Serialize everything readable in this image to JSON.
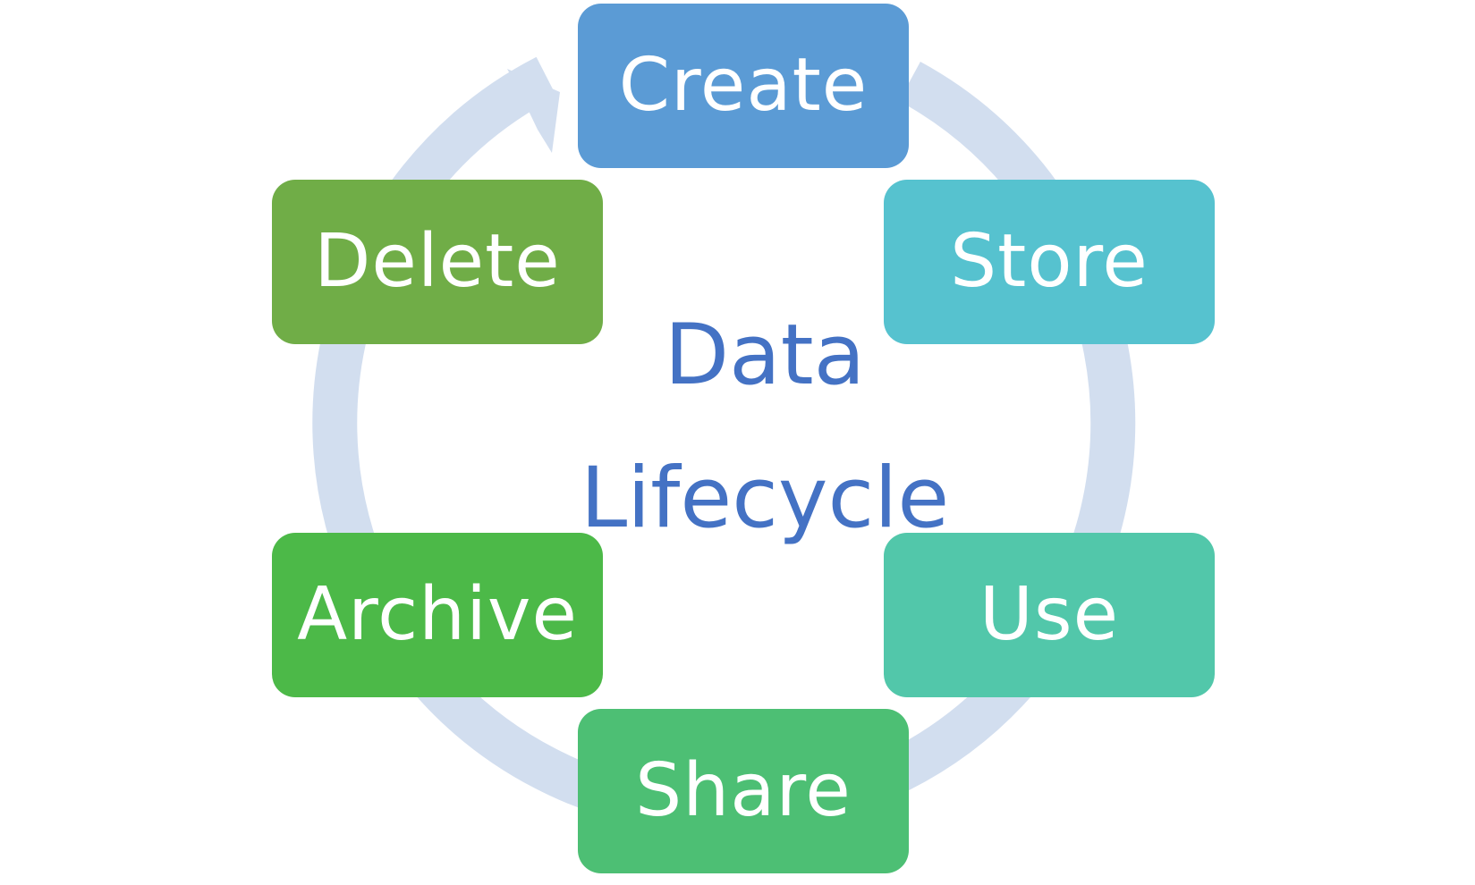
{
  "diagram": {
    "center_title": {
      "line1": "Data",
      "line2": "Lifecycle"
    },
    "stages": [
      {
        "id": "create",
        "label": "Create",
        "color": "#5b9bd5"
      },
      {
        "id": "store",
        "label": "Store",
        "color": "#56c2cf"
      },
      {
        "id": "use",
        "label": "Use",
        "color": "#52c7aa"
      },
      {
        "id": "share",
        "label": "Share",
        "color": "#4dbf74"
      },
      {
        "id": "archive",
        "label": "Archive",
        "color": "#4cb948"
      },
      {
        "id": "delete",
        "label": "Delete",
        "color": "#70ad47"
      }
    ],
    "ring_color": "#d2deef",
    "text_color": "#4472c4",
    "label_color": "#ffffff"
  }
}
